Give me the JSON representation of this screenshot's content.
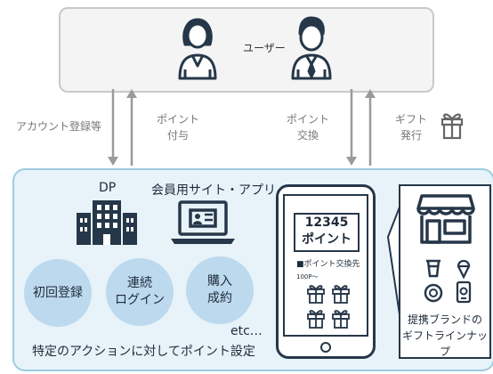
{
  "user": {
    "label": "ユーザー"
  },
  "flows": {
    "account_registration": "アカウント登録等",
    "point_grant": [
      "ポイント",
      "付与"
    ],
    "point_exchange": [
      "ポイント",
      "交換"
    ],
    "gift_issue": [
      "ギフト",
      "発行"
    ]
  },
  "platform": {
    "dp_label": "DP",
    "member_site_label": "会員用サイト・アプリ",
    "actions": [
      "初回登録",
      [
        "連続",
        "ログイン"
      ],
      [
        "購入",
        "成約"
      ]
    ],
    "etc_label": "etc…",
    "footer_label": "特定のアクションに対してポイント設定"
  },
  "phone": {
    "points_value": "12345",
    "points_unit": "ポイント",
    "exchange_label": "■ポイント交換先",
    "price_label": "100P～"
  },
  "brand": {
    "caption": [
      "提携ブランドの",
      "ギフトラインナップ"
    ]
  },
  "colors": {
    "navy": "#263749",
    "light_blue": "#e7f3f9",
    "circle_blue": "#bcd9ee",
    "arrow_gray": "#9a9a9a"
  }
}
